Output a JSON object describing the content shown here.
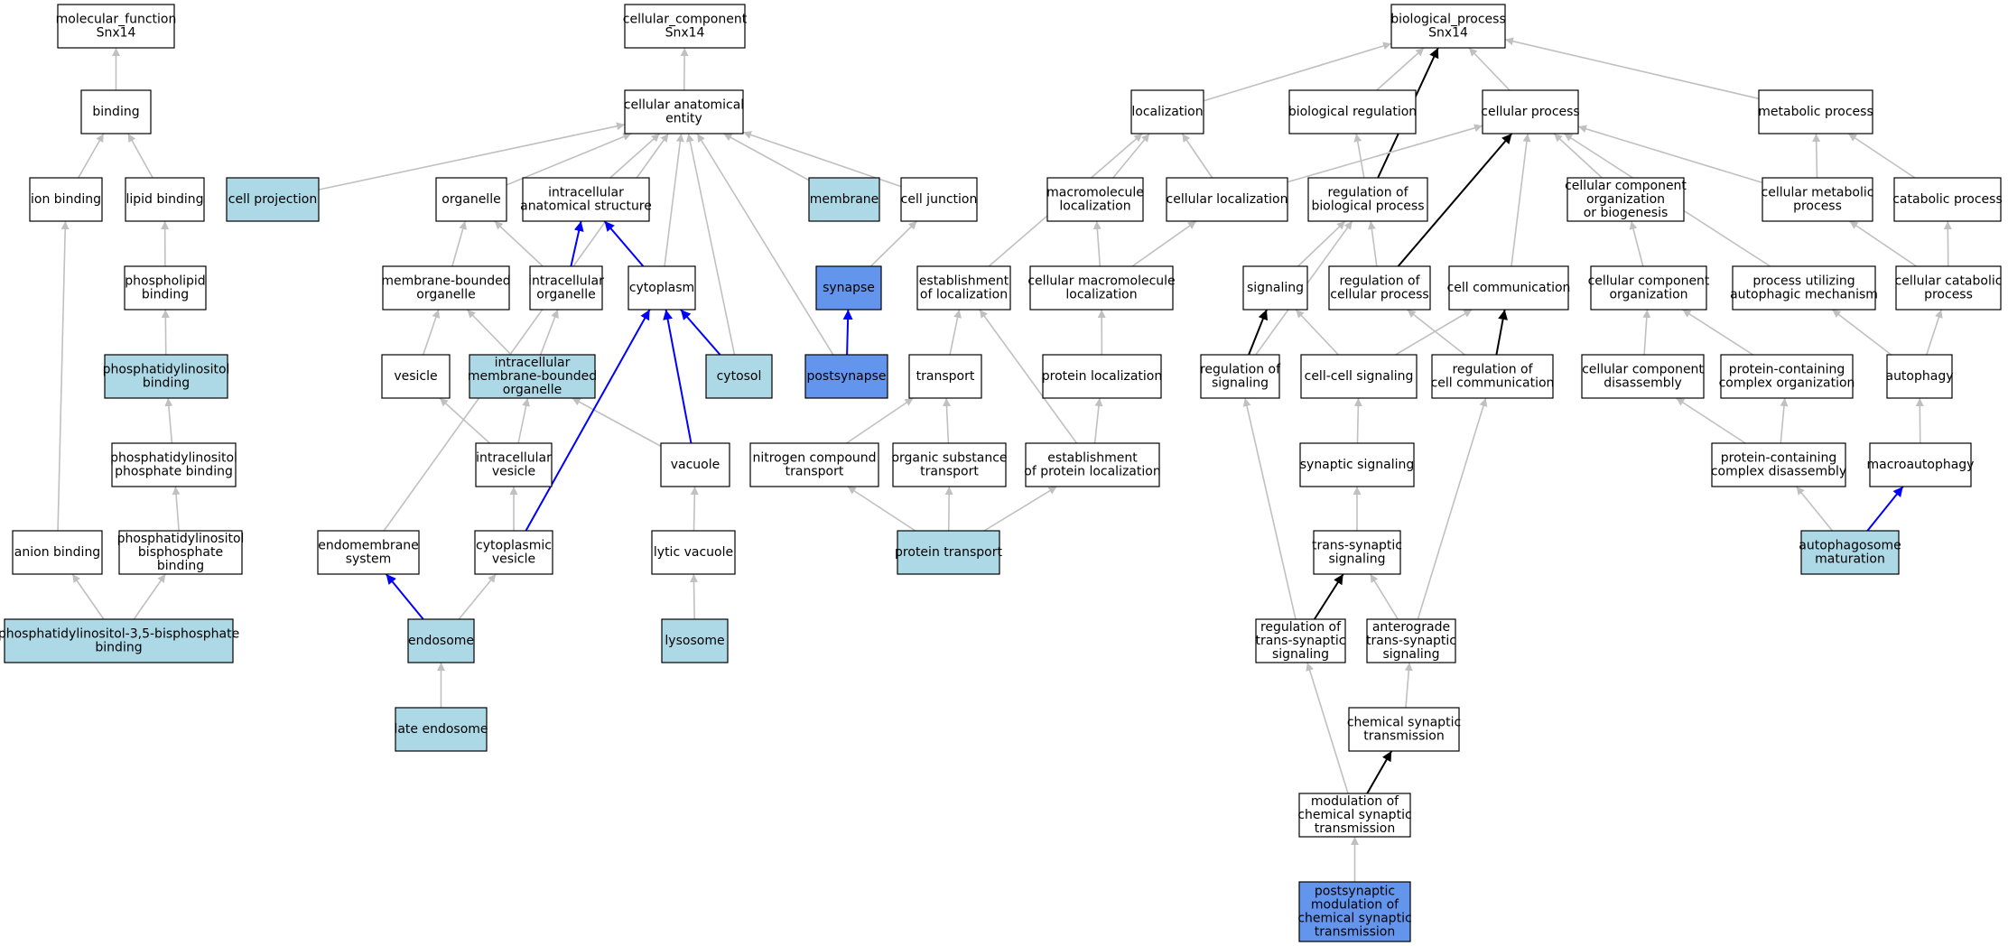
{
  "colors": {
    "white": "#ffffff",
    "light": "#add8e6",
    "dark": "#6495ed",
    "gray_edge": "#c0c0c0",
    "blue_edge": "#0000ff",
    "black_edge": "#000000"
  },
  "nodes": [
    {
      "id": "mf",
      "lines": [
        "molecular_function",
        "Snx14"
      ],
      "fill": "white"
    },
    {
      "id": "binding",
      "lines": [
        "binding"
      ],
      "fill": "white"
    },
    {
      "id": "ionb",
      "lines": [
        "ion binding"
      ],
      "fill": "white"
    },
    {
      "id": "lipidb",
      "lines": [
        "lipid binding"
      ],
      "fill": "white"
    },
    {
      "id": "phosb",
      "lines": [
        "phospholipid",
        "binding"
      ],
      "fill": "white"
    },
    {
      "id": "pib",
      "lines": [
        "phosphatidylinositol",
        "binding"
      ],
      "fill": "light"
    },
    {
      "id": "pipb",
      "lines": [
        "phosphatidylinositol",
        "phosphate binding"
      ],
      "fill": "white"
    },
    {
      "id": "anionb",
      "lines": [
        "anion binding"
      ],
      "fill": "white"
    },
    {
      "id": "pibpb",
      "lines": [
        "phosphatidylinositol",
        "bisphosphate",
        "binding"
      ],
      "fill": "white"
    },
    {
      "id": "pi35",
      "lines": [
        "phosphatidylinositol-3,5-bisphosphate",
        "binding"
      ],
      "fill": "light"
    },
    {
      "id": "cc",
      "lines": [
        "cellular_component",
        "Snx14"
      ],
      "fill": "white"
    },
    {
      "id": "cae",
      "lines": [
        "cellular anatomical",
        "entity"
      ],
      "fill": "white"
    },
    {
      "id": "cellproj",
      "lines": [
        "cell projection"
      ],
      "fill": "light"
    },
    {
      "id": "organelle",
      "lines": [
        "organelle"
      ],
      "fill": "white"
    },
    {
      "id": "ias",
      "lines": [
        "intracellular",
        "anatomical structure"
      ],
      "fill": "white"
    },
    {
      "id": "membrane",
      "lines": [
        "membrane"
      ],
      "fill": "light"
    },
    {
      "id": "celljunc",
      "lines": [
        "cell junction"
      ],
      "fill": "white"
    },
    {
      "id": "mbo",
      "lines": [
        "membrane-bounded",
        "organelle"
      ],
      "fill": "white"
    },
    {
      "id": "io",
      "lines": [
        "intracellular",
        "organelle"
      ],
      "fill": "white"
    },
    {
      "id": "cytoplasm",
      "lines": [
        "cytoplasm"
      ],
      "fill": "white"
    },
    {
      "id": "synapse",
      "lines": [
        "synapse"
      ],
      "fill": "dark"
    },
    {
      "id": "vesicle",
      "lines": [
        "vesicle"
      ],
      "fill": "white"
    },
    {
      "id": "imbo",
      "lines": [
        "intracellular",
        "membrane-bounded",
        "organelle"
      ],
      "fill": "light"
    },
    {
      "id": "cytosol",
      "lines": [
        "cytosol"
      ],
      "fill": "light"
    },
    {
      "id": "postsynapse",
      "lines": [
        "postsynapse"
      ],
      "fill": "dark"
    },
    {
      "id": "iv",
      "lines": [
        "intracellular",
        "vesicle"
      ],
      "fill": "white"
    },
    {
      "id": "vacuole",
      "lines": [
        "vacuole"
      ],
      "fill": "white"
    },
    {
      "id": "endomem",
      "lines": [
        "endomembrane",
        "system"
      ],
      "fill": "white"
    },
    {
      "id": "cytoves",
      "lines": [
        "cytoplasmic",
        "vesicle"
      ],
      "fill": "white"
    },
    {
      "id": "lytic",
      "lines": [
        "lytic vacuole"
      ],
      "fill": "white"
    },
    {
      "id": "endosome",
      "lines": [
        "endosome"
      ],
      "fill": "light"
    },
    {
      "id": "lysosome",
      "lines": [
        "lysosome"
      ],
      "fill": "light"
    },
    {
      "id": "lateend",
      "lines": [
        "late endosome"
      ],
      "fill": "light"
    },
    {
      "id": "bp",
      "lines": [
        "biological_process",
        "Snx14"
      ],
      "fill": "white"
    },
    {
      "id": "local",
      "lines": [
        "localization"
      ],
      "fill": "white"
    },
    {
      "id": "bioreg",
      "lines": [
        "biological regulation"
      ],
      "fill": "white"
    },
    {
      "id": "cellproc",
      "lines": [
        "cellular process"
      ],
      "fill": "white"
    },
    {
      "id": "metab",
      "lines": [
        "metabolic process"
      ],
      "fill": "white"
    },
    {
      "id": "macroloc",
      "lines": [
        "macromolecule",
        "localization"
      ],
      "fill": "white"
    },
    {
      "id": "cellloc",
      "lines": [
        "cellular localization"
      ],
      "fill": "white"
    },
    {
      "id": "regbp",
      "lines": [
        "regulation of",
        "biological process"
      ],
      "fill": "white"
    },
    {
      "id": "ccob",
      "lines": [
        "cellular component",
        "organization",
        "or biogenesis"
      ],
      "fill": "white"
    },
    {
      "id": "cellmetab",
      "lines": [
        "cellular metabolic",
        "process"
      ],
      "fill": "white"
    },
    {
      "id": "catab",
      "lines": [
        "catabolic process"
      ],
      "fill": "white"
    },
    {
      "id": "estloc",
      "lines": [
        "establishment",
        "of localization"
      ],
      "fill": "white"
    },
    {
      "id": "cmloc",
      "lines": [
        "cellular macromolecule",
        "localization"
      ],
      "fill": "white"
    },
    {
      "id": "signaling",
      "lines": [
        "signaling"
      ],
      "fill": "white"
    },
    {
      "id": "regcp",
      "lines": [
        "regulation of",
        "cellular process"
      ],
      "fill": "white"
    },
    {
      "id": "cellcomm",
      "lines": [
        "cell communication"
      ],
      "fill": "white"
    },
    {
      "id": "cco",
      "lines": [
        "cellular component",
        "organization"
      ],
      "fill": "white"
    },
    {
      "id": "puam",
      "lines": [
        "process utilizing",
        "autophagic mechanism"
      ],
      "fill": "white"
    },
    {
      "id": "cellcatab",
      "lines": [
        "cellular catabolic",
        "process"
      ],
      "fill": "white"
    },
    {
      "id": "transport",
      "lines": [
        "transport"
      ],
      "fill": "white"
    },
    {
      "id": "protloc",
      "lines": [
        "protein localization"
      ],
      "fill": "white"
    },
    {
      "id": "regsig",
      "lines": [
        "regulation of",
        "signaling"
      ],
      "fill": "white"
    },
    {
      "id": "ccsig",
      "lines": [
        "cell-cell signaling"
      ],
      "fill": "white"
    },
    {
      "id": "regcc",
      "lines": [
        "regulation of",
        "cell communication"
      ],
      "fill": "white"
    },
    {
      "id": "ccdis",
      "lines": [
        "cellular component",
        "disassembly"
      ],
      "fill": "white"
    },
    {
      "id": "pcco",
      "lines": [
        "protein-containing",
        "complex organization"
      ],
      "fill": "white"
    },
    {
      "id": "autophagy",
      "lines": [
        "autophagy"
      ],
      "fill": "white"
    },
    {
      "id": "nct",
      "lines": [
        "nitrogen compound",
        "transport"
      ],
      "fill": "white"
    },
    {
      "id": "ost",
      "lines": [
        "organic substance",
        "transport"
      ],
      "fill": "white"
    },
    {
      "id": "estprot",
      "lines": [
        "establishment",
        "of protein localization"
      ],
      "fill": "white"
    },
    {
      "id": "synsig",
      "lines": [
        "synaptic signaling"
      ],
      "fill": "white"
    },
    {
      "id": "pcdis",
      "lines": [
        "protein-containing",
        "complex disassembly"
      ],
      "fill": "white"
    },
    {
      "id": "macroaut",
      "lines": [
        "macroautophagy"
      ],
      "fill": "white"
    },
    {
      "id": "prottrans",
      "lines": [
        "protein transport"
      ],
      "fill": "light"
    },
    {
      "id": "tss",
      "lines": [
        "trans-synaptic",
        "signaling"
      ],
      "fill": "white"
    },
    {
      "id": "autmat",
      "lines": [
        "autophagosome",
        "maturation"
      ],
      "fill": "light"
    },
    {
      "id": "regtss",
      "lines": [
        "regulation of",
        "trans-synaptic",
        "signaling"
      ],
      "fill": "white"
    },
    {
      "id": "antss",
      "lines": [
        "anterograde",
        "trans-synaptic",
        "signaling"
      ],
      "fill": "white"
    },
    {
      "id": "cst",
      "lines": [
        "chemical synaptic",
        "transmission"
      ],
      "fill": "white"
    },
    {
      "id": "modcst",
      "lines": [
        "modulation of",
        "chemical synaptic",
        "transmission"
      ],
      "fill": "white"
    },
    {
      "id": "postmod",
      "lines": [
        "postsynaptic",
        "modulation of",
        "chemical synaptic",
        "transmission"
      ],
      "fill": "dark"
    }
  ],
  "edges": [
    {
      "from": "binding",
      "to": "mf",
      "type": "gray"
    },
    {
      "from": "ionb",
      "to": "binding",
      "type": "gray"
    },
    {
      "from": "lipidb",
      "to": "binding",
      "type": "gray"
    },
    {
      "from": "phosb",
      "to": "lipidb",
      "type": "gray"
    },
    {
      "from": "pib",
      "to": "phosb",
      "type": "gray"
    },
    {
      "from": "pipb",
      "to": "pib",
      "type": "gray"
    },
    {
      "from": "anionb",
      "to": "ionb",
      "type": "gray"
    },
    {
      "from": "pibpb",
      "to": "pipb",
      "type": "gray"
    },
    {
      "from": "pi35",
      "to": "anionb",
      "type": "gray"
    },
    {
      "from": "pi35",
      "to": "pibpb",
      "type": "gray"
    },
    {
      "from": "cae",
      "to": "cc",
      "type": "gray"
    },
    {
      "from": "cellproj",
      "to": "cae",
      "type": "gray"
    },
    {
      "from": "organelle",
      "to": "cae",
      "type": "gray"
    },
    {
      "from": "ias",
      "to": "cae",
      "type": "gray"
    },
    {
      "from": "membrane",
      "to": "cae",
      "type": "gray"
    },
    {
      "from": "celljunc",
      "to": "cae",
      "type": "gray"
    },
    {
      "from": "cytoplasm",
      "to": "cae",
      "type": "gray"
    },
    {
      "from": "cytosol",
      "to": "cae",
      "type": "gray"
    },
    {
      "from": "postsynapse",
      "to": "cae",
      "type": "gray"
    },
    {
      "from": "endomem",
      "to": "cae",
      "type": "gray"
    },
    {
      "from": "mbo",
      "to": "organelle",
      "type": "gray"
    },
    {
      "from": "io",
      "to": "organelle",
      "type": "gray"
    },
    {
      "from": "io",
      "to": "ias",
      "type": "blue"
    },
    {
      "from": "cytoplasm",
      "to": "ias",
      "type": "blue"
    },
    {
      "from": "synapse",
      "to": "celljunc",
      "type": "gray"
    },
    {
      "from": "vesicle",
      "to": "mbo",
      "type": "gray"
    },
    {
      "from": "imbo",
      "to": "mbo",
      "type": "gray"
    },
    {
      "from": "imbo",
      "to": "io",
      "type": "gray"
    },
    {
      "from": "cytosol",
      "to": "cytoplasm",
      "type": "blue"
    },
    {
      "from": "postsynapse",
      "to": "synapse",
      "type": "blue"
    },
    {
      "from": "iv",
      "to": "vesicle",
      "type": "gray"
    },
    {
      "from": "iv",
      "to": "imbo",
      "type": "gray"
    },
    {
      "from": "vacuole",
      "to": "imbo",
      "type": "gray"
    },
    {
      "from": "vacuole",
      "to": "cytoplasm",
      "type": "blue"
    },
    {
      "from": "cytoves",
      "to": "iv",
      "type": "gray"
    },
    {
      "from": "cytoves",
      "to": "cytoplasm",
      "type": "blue"
    },
    {
      "from": "lytic",
      "to": "vacuole",
      "type": "gray"
    },
    {
      "from": "endosome",
      "to": "endomem",
      "type": "blue"
    },
    {
      "from": "endosome",
      "to": "cytoves",
      "type": "gray"
    },
    {
      "from": "lysosome",
      "to": "lytic",
      "type": "gray"
    },
    {
      "from": "lateend",
      "to": "endosome",
      "type": "gray"
    },
    {
      "from": "local",
      "to": "bp",
      "type": "gray"
    },
    {
      "from": "bioreg",
      "to": "bp",
      "type": "gray"
    },
    {
      "from": "cellproc",
      "to": "bp",
      "type": "gray"
    },
    {
      "from": "metab",
      "to": "bp",
      "type": "gray"
    },
    {
      "from": "regbp",
      "to": "bp",
      "type": "black"
    },
    {
      "from": "macroloc",
      "to": "local",
      "type": "gray"
    },
    {
      "from": "cellloc",
      "to": "local",
      "type": "gray"
    },
    {
      "from": "estloc",
      "to": "local",
      "type": "gray"
    },
    {
      "from": "cellloc",
      "to": "cellproc",
      "type": "gray"
    },
    {
      "from": "regbp",
      "to": "bioreg",
      "type": "gray"
    },
    {
      "from": "ccob",
      "to": "cellproc",
      "type": "gray"
    },
    {
      "from": "cellmetab",
      "to": "cellproc",
      "type": "gray"
    },
    {
      "from": "cellmetab",
      "to": "metab",
      "type": "gray"
    },
    {
      "from": "catab",
      "to": "metab",
      "type": "gray"
    },
    {
      "from": "puam",
      "to": "cellproc",
      "type": "gray"
    },
    {
      "from": "cellcomm",
      "to": "cellproc",
      "type": "gray"
    },
    {
      "from": "regcp",
      "to": "cellproc",
      "type": "black"
    },
    {
      "from": "cmloc",
      "to": "macroloc",
      "type": "gray"
    },
    {
      "from": "cmloc",
      "to": "cellloc",
      "type": "gray"
    },
    {
      "from": "signaling",
      "to": "regbp",
      "type": "gray"
    },
    {
      "from": "regcp",
      "to": "regbp",
      "type": "gray"
    },
    {
      "from": "regsig",
      "to": "regbp",
      "type": "gray"
    },
    {
      "from": "cco",
      "to": "ccob",
      "type": "gray"
    },
    {
      "from": "cellcatab",
      "to": "cellmetab",
      "type": "gray"
    },
    {
      "from": "cellcatab",
      "to": "catab",
      "type": "gray"
    },
    {
      "from": "transport",
      "to": "estloc",
      "type": "gray"
    },
    {
      "from": "estprot",
      "to": "estloc",
      "type": "gray"
    },
    {
      "from": "protloc",
      "to": "cmloc",
      "type": "gray"
    },
    {
      "from": "regsig",
      "to": "signaling",
      "type": "black"
    },
    {
      "from": "ccsig",
      "to": "signaling",
      "type": "gray"
    },
    {
      "from": "ccsig",
      "to": "cellcomm",
      "type": "gray"
    },
    {
      "from": "regcc",
      "to": "cellcomm",
      "type": "black"
    },
    {
      "from": "regcc",
      "to": "regcp",
      "type": "gray"
    },
    {
      "from": "ccdis",
      "to": "cco",
      "type": "gray"
    },
    {
      "from": "pcco",
      "to": "cco",
      "type": "gray"
    },
    {
      "from": "autophagy",
      "to": "puam",
      "type": "gray"
    },
    {
      "from": "autophagy",
      "to": "cellcatab",
      "type": "gray"
    },
    {
      "from": "nct",
      "to": "transport",
      "type": "gray"
    },
    {
      "from": "ost",
      "to": "transport",
      "type": "gray"
    },
    {
      "from": "estprot",
      "to": "protloc",
      "type": "gray"
    },
    {
      "from": "synsig",
      "to": "ccsig",
      "type": "gray"
    },
    {
      "from": "pcdis",
      "to": "ccdis",
      "type": "gray"
    },
    {
      "from": "pcdis",
      "to": "pcco",
      "type": "gray"
    },
    {
      "from": "macroaut",
      "to": "autophagy",
      "type": "gray"
    },
    {
      "from": "prottrans",
      "to": "nct",
      "type": "gray"
    },
    {
      "from": "prottrans",
      "to": "ost",
      "type": "gray"
    },
    {
      "from": "prottrans",
      "to": "estprot",
      "type": "gray"
    },
    {
      "from": "tss",
      "to": "synsig",
      "type": "gray"
    },
    {
      "from": "autmat",
      "to": "pcdis",
      "type": "gray"
    },
    {
      "from": "autmat",
      "to": "macroaut",
      "type": "blue"
    },
    {
      "from": "regtss",
      "to": "tss",
      "type": "black"
    },
    {
      "from": "regtss",
      "to": "regsig",
      "type": "gray"
    },
    {
      "from": "antss",
      "to": "tss",
      "type": "gray"
    },
    {
      "from": "antss",
      "to": "regcc",
      "type": "gray"
    },
    {
      "from": "cst",
      "to": "antss",
      "type": "gray"
    },
    {
      "from": "modcst",
      "to": "cst",
      "type": "black"
    },
    {
      "from": "modcst",
      "to": "regtss",
      "type": "gray"
    },
    {
      "from": "postmod",
      "to": "modcst",
      "type": "gray"
    }
  ]
}
